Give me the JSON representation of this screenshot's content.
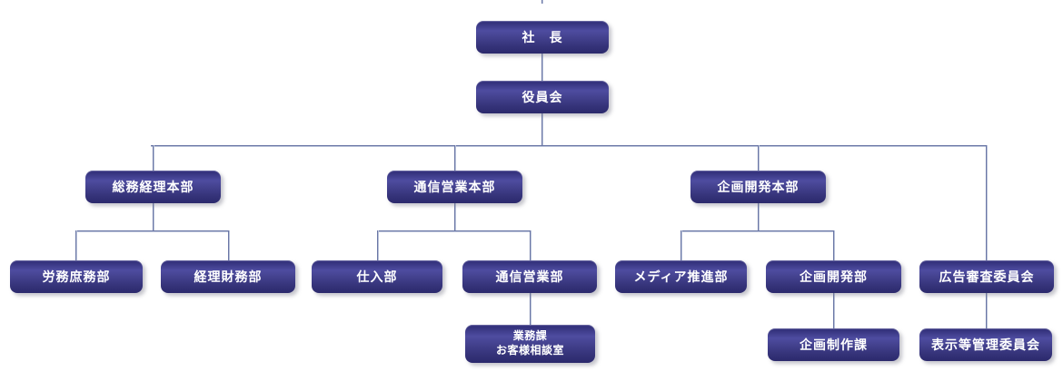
{
  "org": {
    "president": {
      "label": "社　長"
    },
    "board": {
      "label": "役員会"
    },
    "general_affairs_accounting_hq": {
      "label": "総務経理本部"
    },
    "communications_sales_hq": {
      "label": "通信営業本部"
    },
    "planning_development_hq": {
      "label": "企画開発本部"
    },
    "labor_general_affairs_dept": {
      "label": "労務庶務部"
    },
    "accounting_finance_dept": {
      "label": "経理財務部"
    },
    "purchasing_dept": {
      "label": "仕入部"
    },
    "communications_sales_dept": {
      "label": "通信営業部"
    },
    "media_promotion_dept": {
      "label": "メディア推進部"
    },
    "planning_development_dept": {
      "label": "企画開発部"
    },
    "ad_review_committee": {
      "label": "広告審査委員会"
    },
    "operations_section_customer_service": {
      "lines": [
        "業務課",
        "お客様相談室"
      ]
    },
    "planning_production_section": {
      "label": "企画制作課"
    },
    "labeling_management_committee": {
      "label": "表示等管理委員会"
    }
  },
  "colors": {
    "box_gradient_light": "#4e4ca0",
    "box_gradient_dark": "#2b296c",
    "connector_line": "#6a76a5",
    "connector_highlight": "#b9c2d9",
    "text": "#ffffff",
    "background": "#ffffff"
  }
}
